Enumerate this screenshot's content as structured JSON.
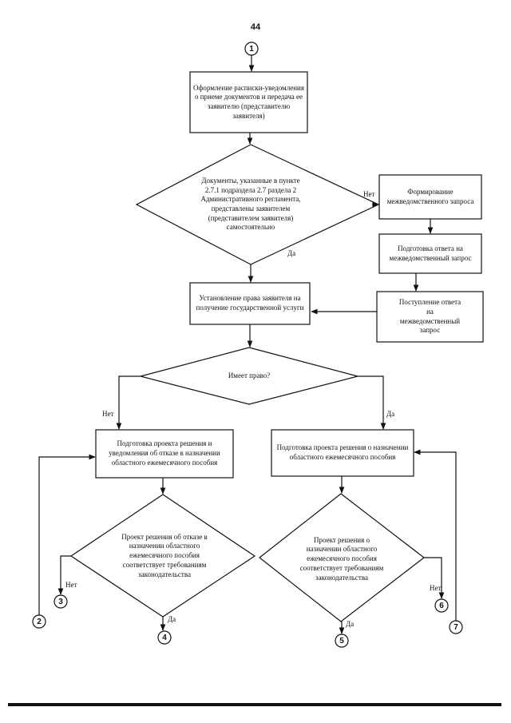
{
  "page_number": "44",
  "connectors": {
    "c1": "1",
    "c2": "2",
    "c3": "3",
    "c4": "4",
    "c5": "5",
    "c6": "6",
    "c7": "7"
  },
  "boxes": {
    "receipt": "Оформление расписки-уведомления о приеме документов и передача ее заявителю (представителю заявителя)",
    "request": "Формирование межведомственного запроса",
    "prepare_answer": "Подготовка ответа на межведомственный запрос",
    "establish_right": "Установление права заявителя на получение государственной услуги",
    "receive_answer": "Поступление ответа на межведомственный запрос",
    "draft_refusal": "Подготовка проекта решения и уведомления об отказе в назначении областного ежемесячного пособия",
    "draft_grant": "Подготовка проекта решения о назначении областного ежемесячного пособия"
  },
  "decisions": {
    "documents": "Документы, указанные в пункте 2.7.1 подраздела 2.7 раздела 2 Административного регламента, представлены заявителем (представителем заявителя) самостоятельно",
    "has_right": "Имеет право?",
    "refusal_compliant": "Проект решения об отказе в назначении областного ежемесячного пособия соответствует требованиям законодательства",
    "grant_compliant": "Проект решения о назначении областного ежемесячного пособия соответствует требованиям законодательства"
  },
  "labels": {
    "no_documents": "Нет",
    "yes_documents": "Да",
    "no_right": "Нет",
    "yes_right": "Да",
    "no_refusal": "Нет",
    "yes_refusal": "Да",
    "no_grant": "Нет",
    "yes_grant": "Да"
  }
}
